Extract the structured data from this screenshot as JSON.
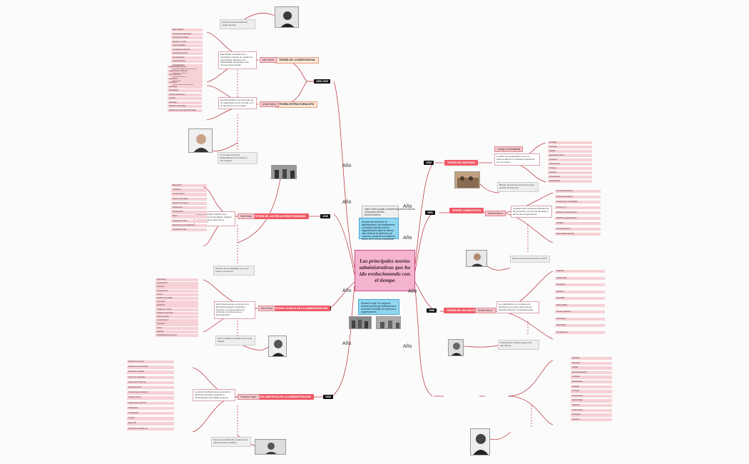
{
  "central": {
    "title": "Las principales teorías administrativas que ha ido evolucionando con el tiempo"
  },
  "ano_label": "Año",
  "url_box": "https://sites.google.com/site/mapadeteorias/las-principales-teorias-administrativas",
  "info_top": "Conocer las teorías de la administración, sus fundamentos y principios permite que las organizaciones elijan la manera más eficiente de gestionar sus recursos y alcanzar sus objetivos dentro de un entorno cambiante.",
  "info_bottom": "Durante el siglo XX surgieron diversas teorías que transformaron la manera de dirigir las empresas y organizaciones.",
  "colors": {
    "accent": "#f05a66",
    "link": "#c0404a",
    "central": "#f4b3cf",
    "info": "#8fd6f0"
  },
  "branches": [
    {
      "year": "1900-1920",
      "theory": "TEORÍA DE LA BUROCRACIA",
      "person": "Max Weber",
      "desc": "Max Weber, fundador de la sociología, propuso un modelo de organización basado en la racionalidad, la jerarquía y las normas impersonales.",
      "note": "Crítico de la burocracia del estado alemán.",
      "leaves": [
        "Racionalidad",
        "Jerarquía de autoridad",
        "División del trabajo",
        "Reglas y normas",
        "Impersonalidad",
        "Competencia técnica",
        "Profesionalización",
        "Formalización",
        "Estandarización",
        "Centralización",
        "Carácter legal de las normas",
        "Registro de actos",
        "Especialización",
        "Autoridad",
        "Comunicaciones escritas"
      ]
    },
    {
      "year": "",
      "theory": "TEORÍA ESTRUCTURALISTA",
      "person": "Amitai Etzioni",
      "desc": "El estructuralismo se preocupa por la organización como un todo y por la interacción de sus partes.",
      "note": "Como sistema social deliberadamente construido y reconstruido.",
      "leaves": [
        "Organización formal",
        "Organización informal",
        "Recompensas",
        "Sanciones",
        "Conflictos",
        "Ambiente",
        "Estrategias",
        "Niveles jerárquicos",
        "Cambio",
        "Tipología",
        "Análisis comparativo",
        "Relaciones interorganizacionales"
      ]
    },
    {
      "year": "1930",
      "theory": "TEORÍA DE LAS RELACIONES HUMANAS",
      "person": "Elton Mayo",
      "desc": "Surge en Estados Unidos como respuesta a la teoría clásica, destaca el factor humano dentro de la organización.",
      "note": "Plantea que el trabajador es un ser social y emocional.",
      "leaves": [
        "Motivación",
        "Liderazgo",
        "Comunicación",
        "Grupos informales",
        "Dinámica de grupo",
        "Satisfacción",
        "Participación",
        "Moral",
        "Integración social",
        "Experimento de Hawthorne",
        "Conducta social"
      ]
    },
    {
      "year": "1916",
      "theory": "TEORÍA CLÁSICA DE LA ADMINISTRACIÓN",
      "person": "Henri Fayol",
      "desc": "Henri Fayol expuso su teoría en el libro Administración Industrial y General, en el que planteó los principios y funciones de la administración.",
      "note": "Se le considera el padre de la teoría clásica.",
      "leaves": [
        "Planeación",
        "Organización",
        "Dirección",
        "Coordinación",
        "Control",
        "División del trabajo",
        "Autoridad",
        "Disciplina",
        "Unidad de mando",
        "Unidad de dirección",
        "Remuneración",
        "Centralización",
        "Jerarquía",
        "Orden",
        "Equidad",
        "Estabilidad del personal"
      ]
    },
    {
      "year": "1903",
      "theory": "TEORÍA CIENTÍFICA DE LA ADMINISTRACIÓN",
      "person": "Frederick Taylor",
      "desc": "La teoría científica busca aumentar la eficiencia industrial mediante la racionalización del trabajo operario.",
      "note": "Taylor es considerado el padre de la administración científica.",
      "leaves": [
        "Estudio de tiempos",
        "Estudio de movimientos",
        "Selección científica",
        "Incentivos salariales",
        "Supervisión funcional",
        "Estandarización",
        "Condiciones de trabajo",
        "Fatiga humana",
        "Organización racional",
        "Planeación",
        "Preparación",
        "Control",
        "Ejecución",
        "Principios de eficiencia"
      ]
    },
    {
      "year": "1950",
      "theory": "TEORÍA DE SISTEMAS",
      "person": "Ludwig von Bertalanffy",
      "desc": "Concibe a la organización como un sistema abierto en constante interacción con su entorno.",
      "note": "Biólogo alemán que formuló la teoría general de sistemas.",
      "leaves": [
        "Entradas",
        "Procesos",
        "Salidas",
        "Retroalimentación",
        "Ambiente",
        "Subsistemas",
        "Sinergia",
        "Entropía",
        "Homeostasis",
        "Equifinalidad"
      ]
    },
    {
      "year": "1951",
      "theory": "TEORÍA CONDUCTISTA",
      "person": "Herbert Simon",
      "desc": "Fundamenta la conducta individual de las personas y la toma de decisiones dentro de la organización.",
      "note": "Premio Nobel de Economía en 1978.",
      "leaves": [
        "Toma de decisiones",
        "Motivación humana",
        "Jerarquía de necesidades",
        "Teoría X y Y",
        "Estilos de administración",
        "Equilibrio organizacional",
        "Conflicto",
        "Comportamiento",
        "Racionalidad limitada"
      ]
    },
    {
      "year": "1958",
      "theory": "TEORÍA DE LAS DECISIONES",
      "person": "Herbert Simon",
      "desc": "La organización es un sistema de decisiones en el que cada persona participa racional y conscientemente.",
      "note": "Toda decisión implica elegir entre alternativas.",
      "leaves": [
        "Objetivos",
        "Preferencias",
        "Estrategia",
        "Situación",
        "Resultado",
        "Racionalidad",
        "Proceso decisorio",
        "Información",
        "Alternativas",
        "Incertidumbre"
      ]
    }
  ]
}
